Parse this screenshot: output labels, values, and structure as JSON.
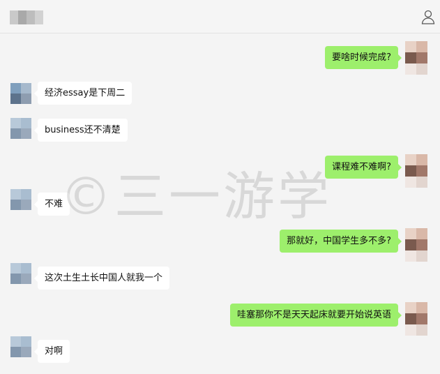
{
  "header": {
    "contact_name": "■■■",
    "profile_icon": "person-icon"
  },
  "messages": [
    {
      "sender": "me",
      "text": "要啥时候完成?"
    },
    {
      "sender": "friend",
      "text": "经济essay是下周二"
    },
    {
      "sender": "friend",
      "text": "business还不清楚"
    },
    {
      "sender": "me",
      "text": "课程难不难啊?"
    },
    {
      "sender": "friend",
      "text": "不难"
    },
    {
      "sender": "me",
      "text": "那就好，中国学生多不多?"
    },
    {
      "sender": "friend",
      "text": "这次土生土长中国人就我一个"
    },
    {
      "sender": "me",
      "text": "哇塞那你不是天天起床就要开始说英语"
    },
    {
      "sender": "friend",
      "text": "对啊"
    }
  ],
  "watermark": "©三一游学",
  "colors": {
    "outgoing_bubble": "#9def6c",
    "incoming_bubble": "#ffffff",
    "background": "#f4f4f4"
  }
}
